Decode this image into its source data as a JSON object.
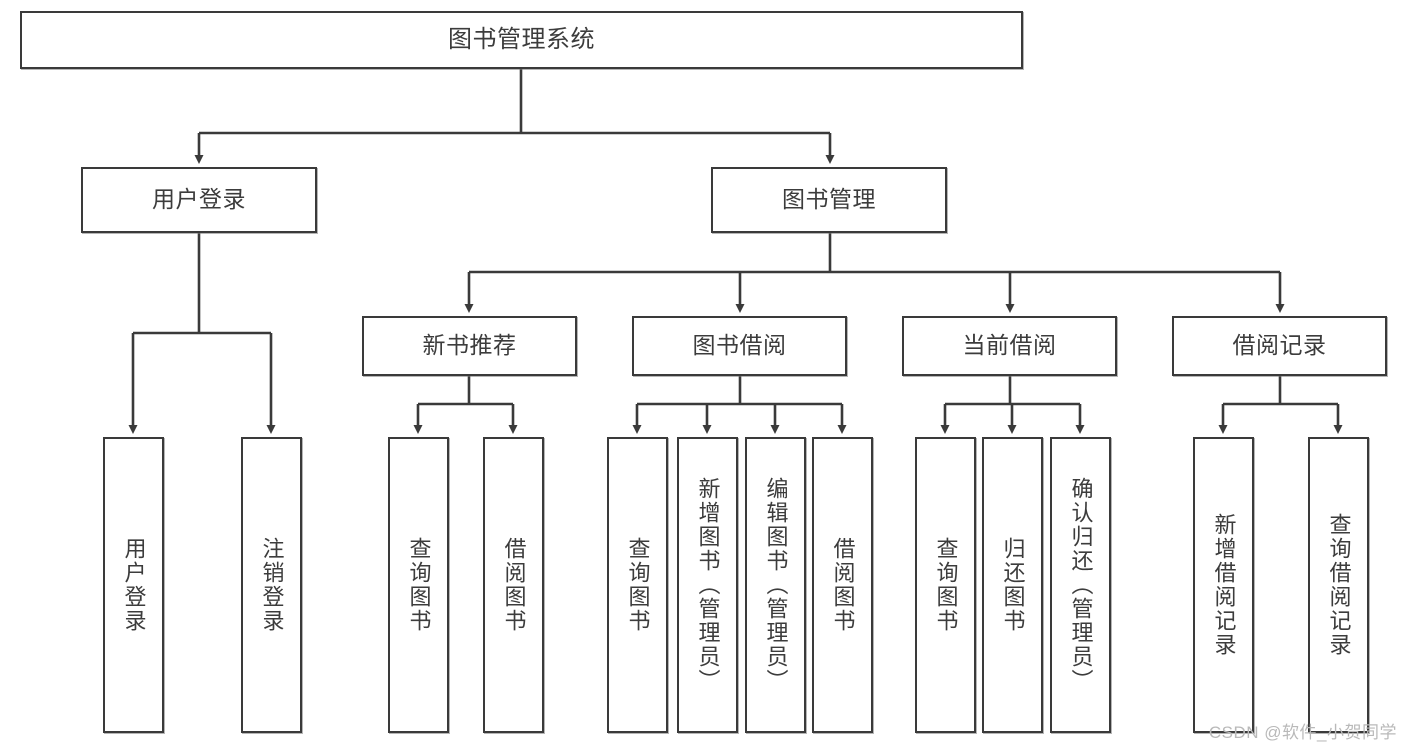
{
  "diagram": {
    "title": "图书管理系统",
    "colors": {
      "node_border": "#3a3a3a",
      "node_fill": "#ffffff",
      "edge": "#3a3a3a",
      "text": "#3c3c3c",
      "watermark": "#b9b9b9",
      "background": "#ffffff"
    },
    "root": {
      "label": "图书管理系统"
    },
    "level2": [
      {
        "label": "用户登录"
      },
      {
        "label": "图书管理"
      }
    ],
    "level3": [
      {
        "label": "新书推荐"
      },
      {
        "label": "图书借阅"
      },
      {
        "label": "当前借阅"
      },
      {
        "label": "借阅记录"
      }
    ],
    "leaves": {
      "user_login": [
        {
          "label": "用户登录"
        },
        {
          "label": "注销登录"
        }
      ],
      "new_book_recommend": [
        {
          "label": "查询图书"
        },
        {
          "label": "借阅图书"
        }
      ],
      "book_borrow": [
        {
          "label": "查询图书"
        },
        {
          "label": "新增图书（管理员）"
        },
        {
          "label": "编辑图书（管理员）"
        },
        {
          "label": "借阅图书"
        }
      ],
      "current_borrow": [
        {
          "label": "查询图书"
        },
        {
          "label": "归还图书"
        },
        {
          "label": "确认归还（管理员）"
        }
      ],
      "borrow_record": [
        {
          "label": "新增借阅记录"
        },
        {
          "label": "查询借阅记录"
        }
      ]
    }
  },
  "watermark": {
    "text": "CSDN @软件_小贺同学"
  }
}
